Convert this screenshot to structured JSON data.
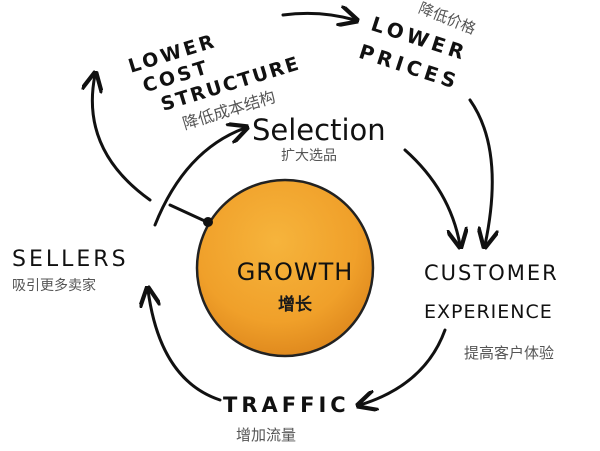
{
  "diagram": {
    "title": "Flywheel",
    "center": {
      "label": "GROWTH",
      "label_cn": "增长",
      "fill": "#f2a530"
    },
    "nodes": [
      {
        "id": "lower-cost-structure",
        "lines": [
          "LOWER",
          "COST",
          "STRUCTURE"
        ],
        "label_cn": "降低成本结构"
      },
      {
        "id": "lower-prices",
        "lines": [
          "LOWER",
          "PRICES"
        ],
        "label_cn": "降低价格"
      },
      {
        "id": "selection",
        "lines": [
          "Selection"
        ],
        "label_cn": "扩大选品"
      },
      {
        "id": "sellers",
        "lines": [
          "SELLERS"
        ],
        "label_cn": "吸引更多卖家"
      },
      {
        "id": "customer-experience",
        "lines": [
          "CUSTOMER",
          "EXPERIENCE"
        ],
        "label_cn": "提高客户体验"
      },
      {
        "id": "traffic",
        "lines": [
          "TRAFFIC"
        ],
        "label_cn": "增加流量"
      }
    ],
    "edges": [
      {
        "from": "lower-cost-structure",
        "to": "lower-prices"
      },
      {
        "from": "lower-prices",
        "to": "customer-experience"
      },
      {
        "from": "selection",
        "to": "customer-experience"
      },
      {
        "from": "customer-experience",
        "to": "traffic"
      },
      {
        "from": "traffic",
        "to": "sellers"
      },
      {
        "from": "sellers",
        "to": "selection"
      },
      {
        "from": "sellers",
        "to": "lower-cost-structure"
      },
      {
        "from": "growth",
        "to": "sellers"
      }
    ]
  }
}
